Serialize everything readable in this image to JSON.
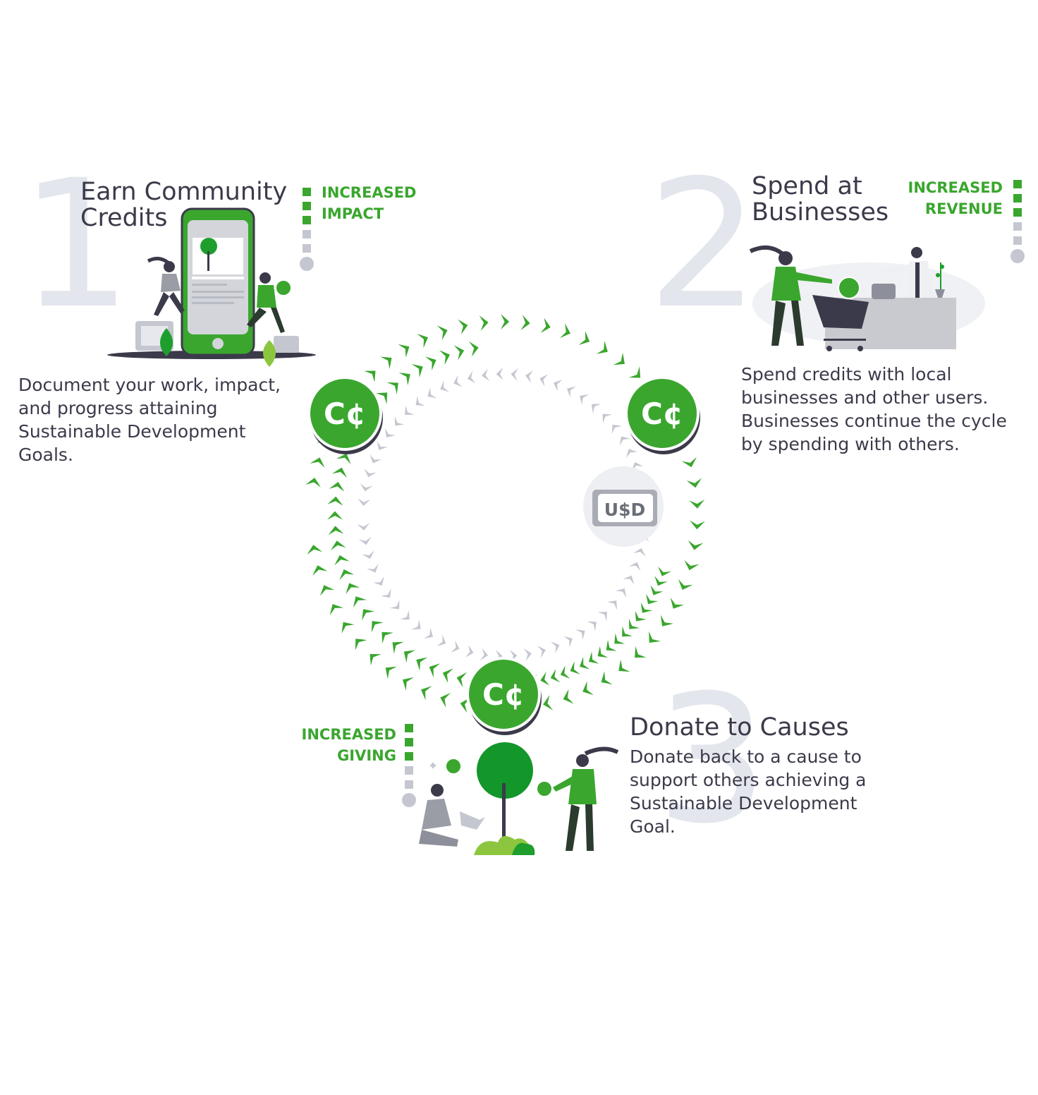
{
  "steps": [
    {
      "number": "1",
      "title_lines": [
        "Earn Community",
        "Credits"
      ],
      "tag_lines": [
        "INCREASED",
        "IMPACT"
      ],
      "description_lines": [
        "Document your work, impact,",
        "and progress attaining",
        "Sustainable Development",
        "Goals."
      ]
    },
    {
      "number": "2",
      "title_lines": [
        "Spend at",
        "Businesses"
      ],
      "tag_lines": [
        "INCREASED",
        "REVENUE"
      ],
      "description_lines": [
        "Spend credits with local",
        "businesses and other users.",
        "Businesses continue the cycle",
        "by spending with others."
      ]
    },
    {
      "number": "3",
      "title_lines": [
        "Donate to Causes"
      ],
      "tag_lines": [
        "INCREASED",
        "GIVING"
      ],
      "description_lines": [
        "Donate back to a cause to",
        "support others achieving a",
        "Sustainable Development",
        "Goal."
      ]
    }
  ],
  "coin_label": "C¢",
  "currency_label": "U$D",
  "colors": {
    "green": "#3aa62e",
    "dark_green": "#1f7a2a",
    "gray_ring": "#c4c7d0",
    "ink": "#3b3a4a",
    "number": "#e3e6ec"
  }
}
